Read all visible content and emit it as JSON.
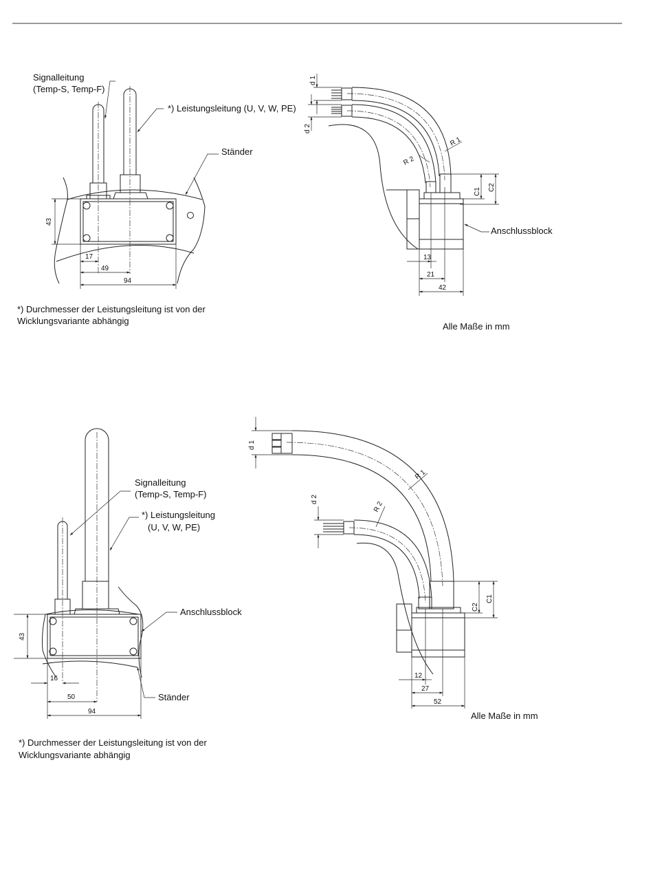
{
  "top": {
    "front": {
      "signal_label": "Signalleitung",
      "signal_label_sub": "(Temp-S, Temp-F)",
      "power_label": "*) Leistungsleitung (U, V, W, PE)",
      "stator_label": "Ständer",
      "dim_height": "43",
      "dim_offset": "17",
      "dim_power": "49",
      "dim_width": "94"
    },
    "side": {
      "label_d1": "d 1",
      "label_d2": "d 2",
      "label_r1": "R 1",
      "label_r2": "R 2",
      "label_c1": "C1",
      "label_c2": "C2",
      "block_label": "Anschlussblock",
      "dim_a": "13",
      "dim_b": "21",
      "dim_c": "42"
    },
    "footnote_line1": "*) Durchmesser der Leistungsleitung ist von der",
    "footnote_line2": "Wicklungsvariante abhängig",
    "units_note": "Alle Maße in mm"
  },
  "bottom": {
    "front": {
      "signal_label": "Signalleitung",
      "signal_label_sub": "(Temp-S, Temp-F)",
      "power_label": "*) Leistungsleitung",
      "power_label_sub": "(U, V, W, PE)",
      "block_label": "Anschlussblock",
      "stator_label": "Ständer",
      "dim_height": "43",
      "dim_offset": "16",
      "dim_power": "50",
      "dim_width": "94"
    },
    "side": {
      "label_d1": "d 1",
      "label_d2": "d 2",
      "label_r1": "R 1",
      "label_r2": "R 2",
      "label_c1": "C1",
      "label_c2": "C2",
      "dim_a": "12",
      "dim_b": "27",
      "dim_c": "52"
    },
    "footnote_line1": "*) Durchmesser der Leistungsleitung ist von der",
    "footnote_line2": "Wicklungsvariante abhängig",
    "units_note": "Alle Maße in mm"
  }
}
